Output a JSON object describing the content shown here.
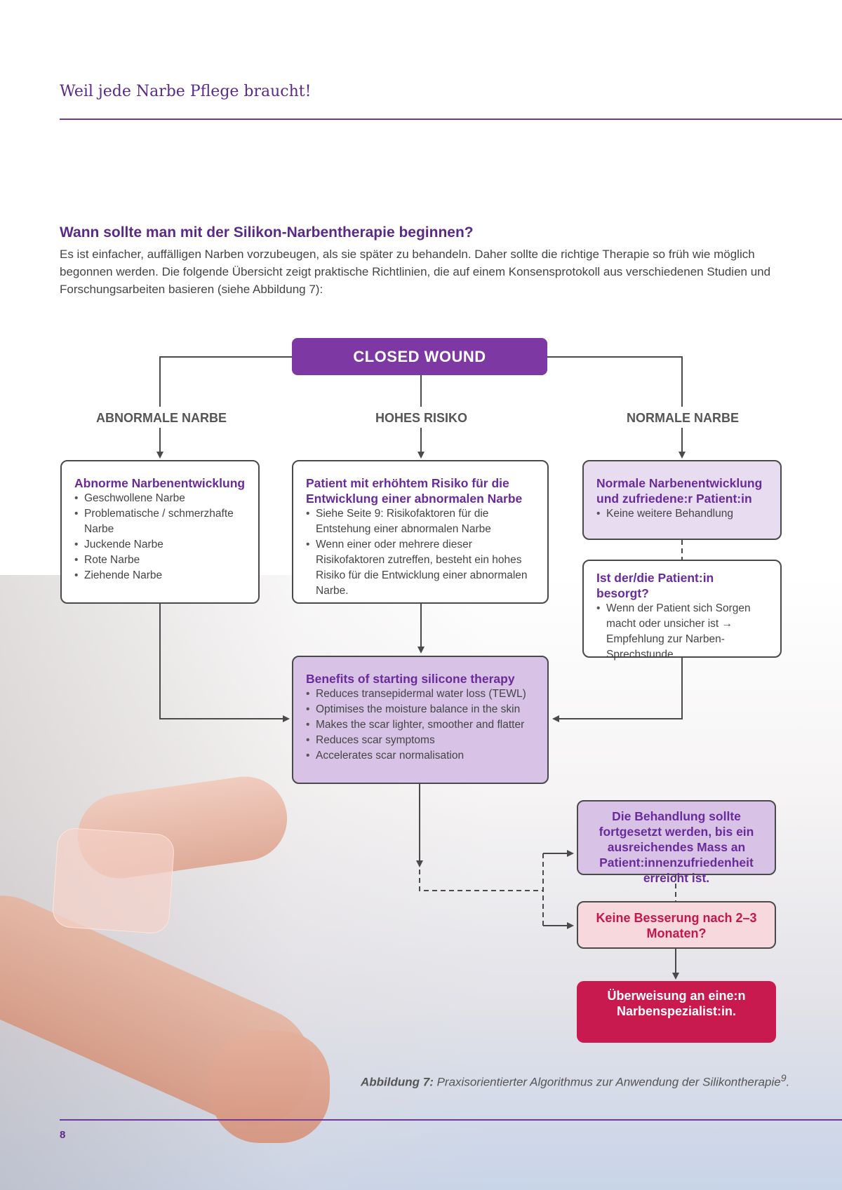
{
  "header": {
    "title": "Weil jede Narbe Pflege braucht!"
  },
  "section": {
    "heading": "Wann sollte man mit der Silikon-Narbentherapie beginnen?",
    "paragraph": "Es ist einfacher, auffälligen Narben vorzubeugen, als sie später zu behandeln. Daher sollte die richtige Therapie so früh wie möglich begonnen werden. Die folgende Übersicht zeigt praktische Richtlinien, die auf einem Konsensprotokoll aus verschiedenen Studien und Forschungsarbeiten basieren (siehe Abbildung 7):"
  },
  "flowchart": {
    "root": "CLOSED  WOUND",
    "branches": {
      "left": "ABNORMALE NARBE",
      "center": "HOHES RISIKO",
      "right": "NORMALE NARBE"
    },
    "abnormal_box": {
      "title": "Abnorme Narbenentwicklung",
      "items": [
        "Geschwollene Narbe",
        "Problematische / schmerzhafte Narbe",
        "Juckende Narbe",
        "Rote Narbe",
        "Ziehende Narbe"
      ]
    },
    "risk_box": {
      "title": "Patient mit erhöhtem Risiko für die Entwicklung einer abnormalen Narbe",
      "items": [
        "Siehe Seite 9:  Risikofaktoren für die Entstehung einer abnormalen Narbe",
        "Wenn einer oder mehrere dieser Risikofaktoren zutreffen, besteht ein hohes Risiko für die Entwicklung einer abnormalen Narbe."
      ]
    },
    "normal_box": {
      "title": "Normale Narbenentwicklung und zufriedene:r Patient:in",
      "items": [
        "Keine weitere Behandlung"
      ]
    },
    "concern_box": {
      "title": "Ist der/die Patient:in besorgt?",
      "items": [
        "Wenn der Patient sich Sorgen macht oder unsicher ist → Empfehlung zur Narben-Sprechstunde."
      ]
    },
    "benefits_box": {
      "title": "Benefits of starting silicone therapy",
      "items": [
        "Reduces transepidermal water loss (TEWL)",
        "Optimises the moisture balance in the skin",
        "Makes the scar lighter, smoother and flatter",
        "Reduces scar symptoms",
        "Accelerates scar normalisation"
      ]
    },
    "continue_box": "Die Behandlung sollte fortgesetzt werden, bis ein ausreichendes Mass an Patient:innenzufriedenheit erreicht ist.",
    "no_improvement_box": "Keine Besserung nach 2–3 Monaten?",
    "referral_box": "Überweisung an eine:n Narbenspezialist:in."
  },
  "caption": {
    "label": "Abbildung 7:",
    "text": " Praxisorientierter Algorithmus zur Anwendung der Silikontherapie",
    "superscript": "9",
    "end": "."
  },
  "footer": {
    "page_number": "8"
  },
  "colors": {
    "brand_purple": "#5b2a86",
    "root_purple": "#7d38a4",
    "light_lilac": "#e8ddf0",
    "mid_lilac": "#d8c3e6",
    "pink_bg": "#f6d8dd",
    "alert_red": "#c81a4f"
  }
}
